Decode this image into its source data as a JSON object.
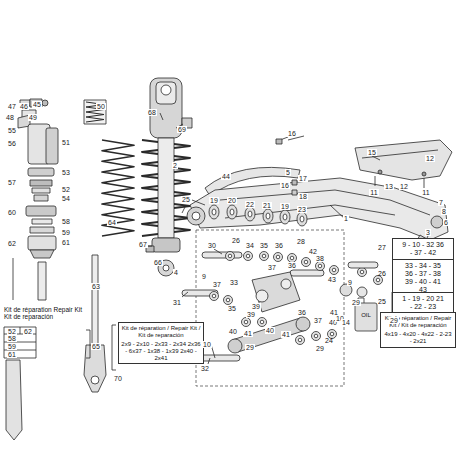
{
  "diagram": {
    "nodes": [
      {
        "text": [
          "Kit de réparation Repair Kit Kit de reparación"
        ]
      },
      {
        "text": [
          "Kit de réparation / Repair Kit / Kit de reparación",
          "2x9 - 2x10 - 2x33 - 2x34 2x36 - 6x37 - 1x38 - 1x39 2x40 - 2x41"
        ]
      },
      {
        "text": [
          "27",
          "9 - 10 - 32 36 - 37 - 42"
        ]
      },
      {
        "text": [
          "26",
          "33 - 34 - 35 36 - 37 - 38 39 - 40 - 41 43"
        ]
      },
      {
        "text": [
          "25",
          "1 - 19 - 20 21 - 22 - 23"
        ]
      },
      {
        "text": [
          "OIL"
        ]
      },
      {
        "text": [
          "24",
          "Kit de réparation / Repair Kit / Kit de reparación",
          "4x19 - 4x20 - 4x22 - 2-23 - 2x21"
        ]
      }
    ],
    "edges": [],
    "labels": [
      "47",
      "46",
      "45",
      "50",
      "48",
      "49",
      "55",
      "56",
      "51",
      "53",
      "57",
      "52",
      "54",
      "60",
      "58",
      "59",
      "61",
      "62",
      "64",
      "63",
      "70",
      "65",
      "52",
      "62",
      "58",
      "59",
      "61",
      "68",
      "69",
      "2",
      "25",
      "67",
      "66",
      "4",
      "16",
      "44",
      "5",
      "17",
      "16",
      "18",
      "15",
      "12",
      "13",
      "12",
      "11",
      "11",
      "7",
      "8",
      "6",
      "3",
      "1",
      "19",
      "20",
      "22",
      "21",
      "19",
      "23",
      "30",
      "26",
      "34",
      "35",
      "36",
      "28",
      "42",
      "36",
      "38",
      "43",
      "9",
      "37",
      "33",
      "37",
      "39",
      "40",
      "41",
      "29",
      "31",
      "10",
      "35",
      "39",
      "40",
      "41",
      "29",
      "32",
      "36",
      "37",
      "40",
      "41",
      "29",
      "9",
      "10",
      "29",
      "14"
    ]
  }
}
